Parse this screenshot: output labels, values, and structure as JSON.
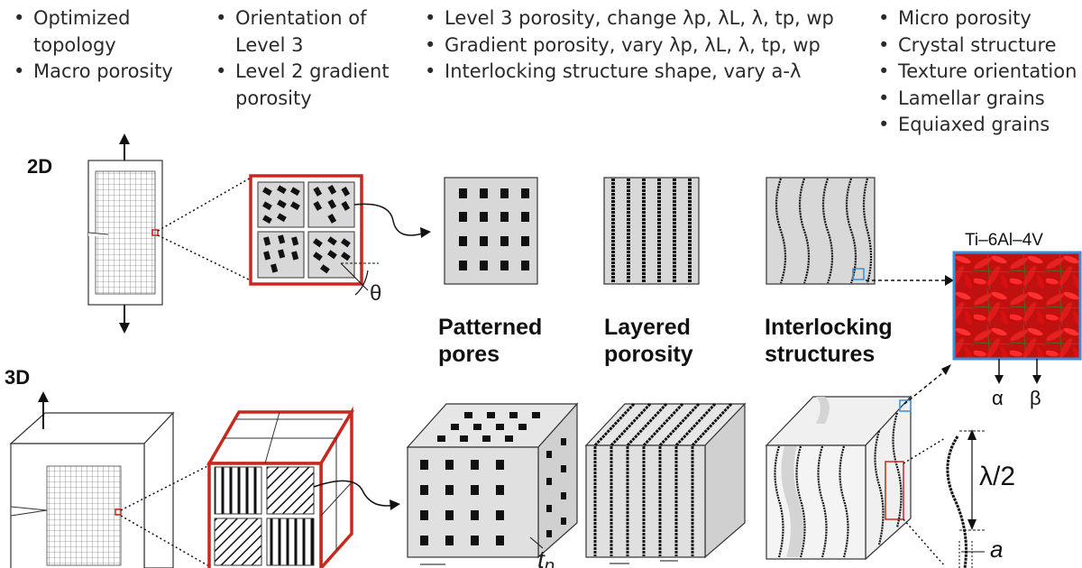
{
  "columns": [
    {
      "items": [
        "Optimized topology",
        "Macro porosity"
      ]
    },
    {
      "items": [
        "Orientation of Level 3",
        "Level 2 gradient porosity"
      ]
    },
    {
      "items": [
        "Level 3 porosity, change λp, λL, λ, tp, wp",
        "Gradient porosity, vary λp, λL, λ, tp, wp",
        "Interlocking structure shape, vary a-λ"
      ]
    },
    {
      "items": [
        "Micro porosity",
        "Crystal structure",
        "Texture orientation",
        "Lamellar grains",
        "Equiaxed grains"
      ]
    }
  ],
  "dim_labels": {
    "label_2d": "2D",
    "label_3d": "3D"
  },
  "structure_labels": {
    "patterned": "Patterned pores",
    "layered": "Layered porosity",
    "interlocking": "Interlocking structures"
  },
  "material": {
    "name": "Ti–6Al–4V",
    "phase_alpha": "α",
    "phase_beta": "β"
  },
  "symbols": {
    "theta": "θ",
    "half_lambda": "λ/2",
    "amplitude": "a",
    "thickness": "t",
    "thickness_sub": "p"
  },
  "colors": {
    "frame": "#c8281e",
    "highlight": "#3a8fd8",
    "microstructure": "#d41818",
    "panel_fill": "#d8d8d8"
  }
}
